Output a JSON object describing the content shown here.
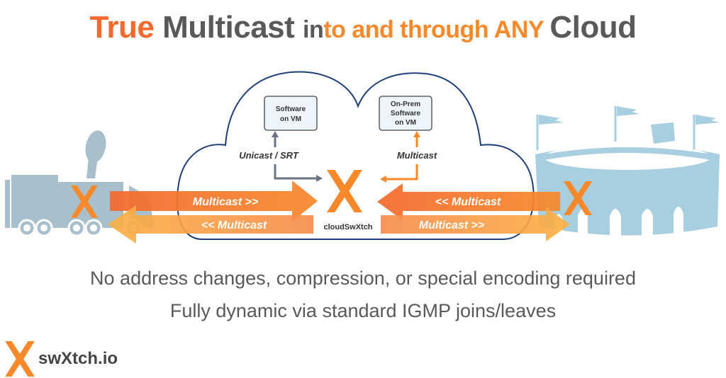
{
  "title": {
    "segments": [
      {
        "text": "True ",
        "color": "#f26a2e"
      },
      {
        "text": "Multicast ",
        "color": "#595959"
      },
      {
        "text": "in",
        "color": "#595959"
      },
      {
        "text": "to and through ANY ",
        "color": "#f7892b"
      },
      {
        "text": "Cloud",
        "color": "#595959"
      }
    ]
  },
  "diagram": {
    "vm_box_left": {
      "line1": "Software",
      "line2": "on VM"
    },
    "vm_box_right": {
      "line1": "On-Prem",
      "line2": "Software",
      "line3": "on VM"
    },
    "label_unicast": "Unicast / SRT",
    "label_multicast_up": "Multicast",
    "center_logo_label": "cloudSwXtch",
    "arrows": {
      "left_in": "Multicast >>",
      "left_out": "<< Multicast",
      "right_in": "<< Multicast",
      "right_out": "Multicast >>"
    },
    "icons": [
      "broadcast-truck-icon",
      "stadium-icon",
      "swxtch-x-logo-icon",
      "cloud-icon"
    ],
    "colors": {
      "orange": "#f7892b",
      "orange_red": "#f26a2e",
      "amber": "#fbb040",
      "cloud_outline": "#1f3f7a",
      "icon_blue_gray": "#a8bfcc",
      "stadium_blue": "#a8cfdf",
      "gray_arrow": "#6b7280"
    }
  },
  "subtitle": {
    "line1": "No address changes, compression, or special encoding required",
    "line2": "Fully dynamic via standard IGMP joins/leaves"
  },
  "brand": {
    "name": "swXtch.io"
  }
}
